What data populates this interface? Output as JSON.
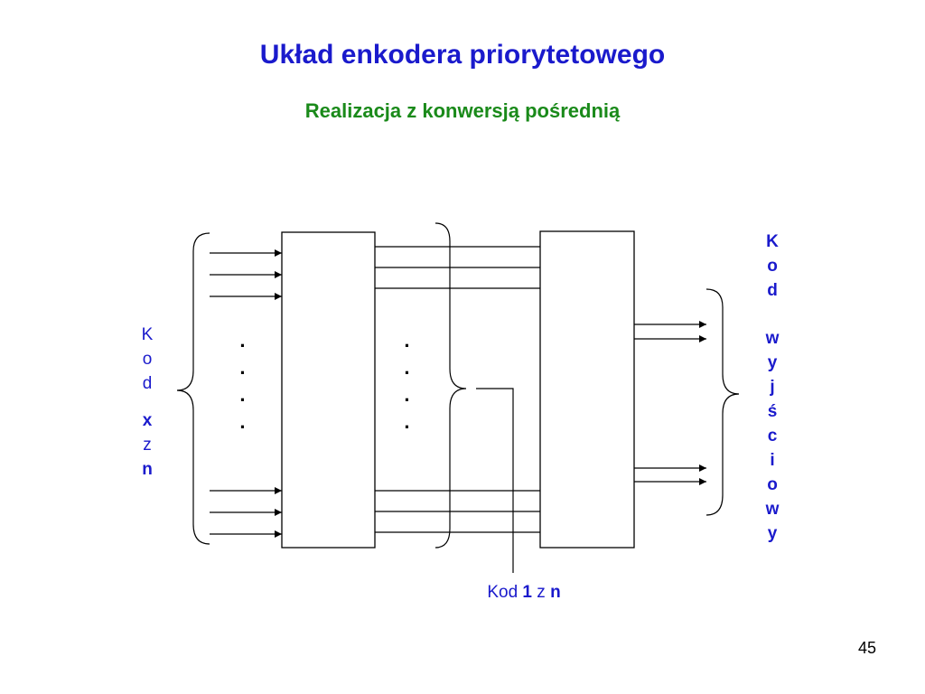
{
  "title": "Układ enkodera priorytetowego",
  "subtitle": "Realizacja z konwersją pośrednią",
  "input_label": {
    "chars": [
      "K",
      "o",
      "d"
    ],
    "bold_x": "x",
    "z": "z",
    "bold_n": "n"
  },
  "output_label": {
    "word1": [
      "K",
      "o",
      "d"
    ],
    "word2": [
      "w",
      "y",
      "j",
      "ś",
      "c",
      "i",
      "o",
      "w",
      "y"
    ]
  },
  "mid_label": {
    "kod": "Kod",
    "one": "1",
    "z": "z",
    "n": "n"
  },
  "page_number": "45",
  "dots": "·",
  "colors": {
    "title": "#1a1acc",
    "subtitle": "#1a8a1a",
    "lines": "#000000"
  }
}
